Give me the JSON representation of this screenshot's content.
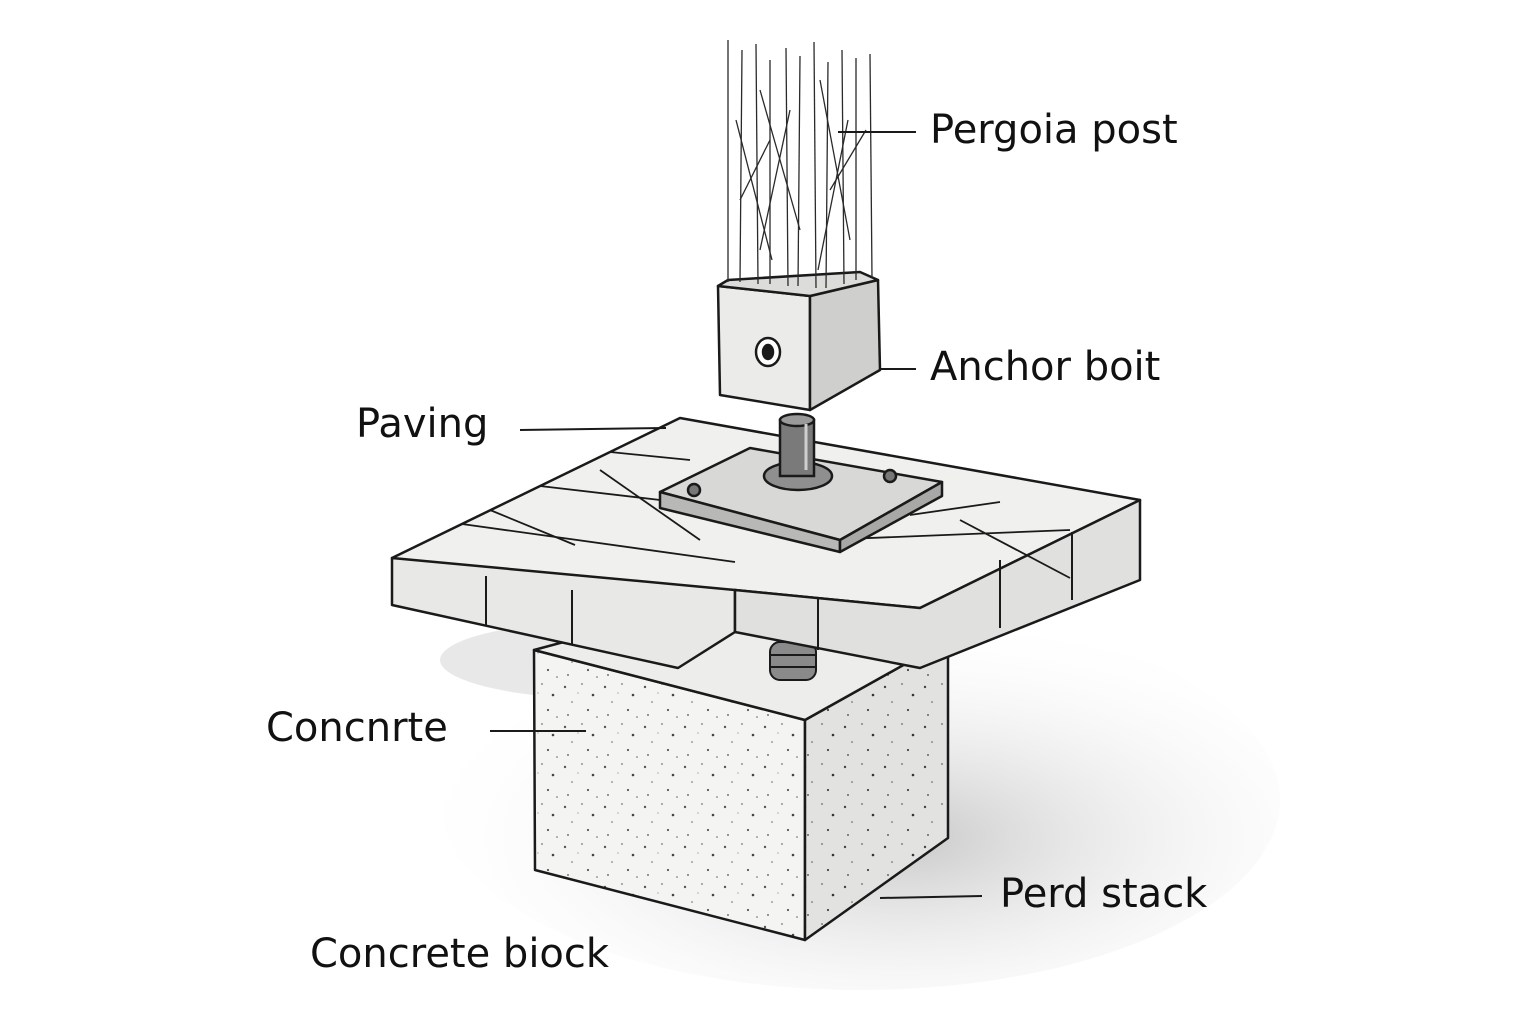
{
  "labels": {
    "pergola_post": "Pergoia post",
    "anchor_bolt": "Anchor boit",
    "paving": "Paving",
    "concrete": "Concnrte",
    "pad_stack": "Perd stack",
    "concrete_block": "Concrete biock"
  },
  "colors": {
    "ink": "#1a1a1a",
    "paper": "#ffffff",
    "shade": "#9a9a9a"
  }
}
